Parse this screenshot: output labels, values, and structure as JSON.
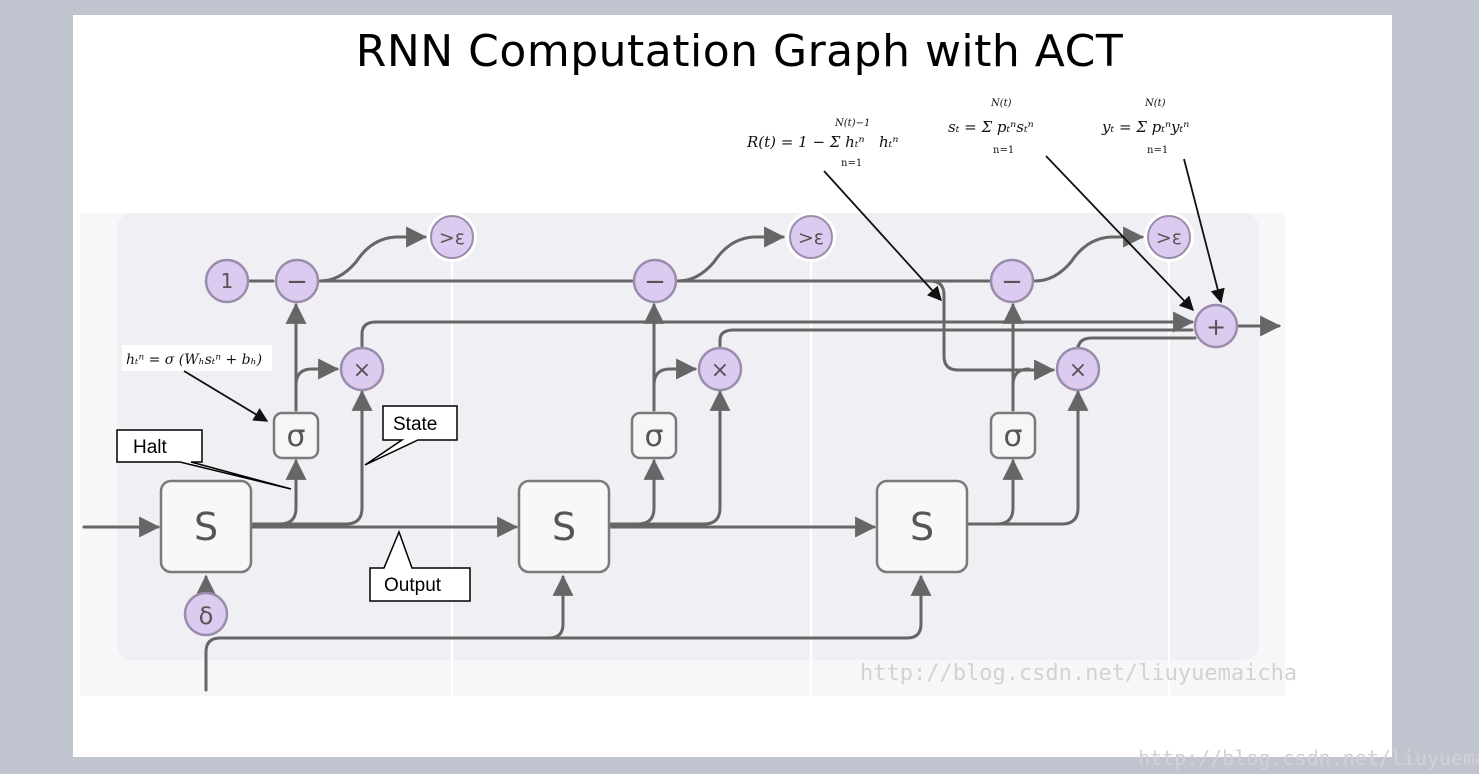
{
  "title": "RNN Computation Graph with ACT",
  "nodes": {
    "state_label": "S",
    "sigma_label": "σ",
    "threshold_label": ">ε",
    "minus_label": "−",
    "times_label": "×",
    "plus_label": "+",
    "one_label": "1",
    "delta_label": "δ"
  },
  "callouts": {
    "halt": "Halt",
    "state": "State",
    "output": "Output"
  },
  "formulas": {
    "halting_unit": "hₜⁿ = σ (Wₕsₜⁿ + bₕ)",
    "remainder": "R(t) = 1 − Σ hₜⁿ",
    "remainder_upper": "N(t)−1",
    "remainder_lower": "n=1",
    "remainder_term": "hₜⁿ",
    "state_sum": "sₜ = Σ pₜⁿsₜⁿ",
    "state_sum_upper": "N(t)",
    "state_sum_lower": "n=1",
    "output_sum": "yₜ = Σ pₜⁿyₜⁿ",
    "output_sum_upper": "N(t)",
    "output_sum_lower": "n=1"
  },
  "watermarks": {
    "inner": "http://blog.csdn.net/liuyuemaicha",
    "outer": "http://blog.csdn.net/liuyuemaicha"
  },
  "colors": {
    "node_fill": "#dccbf0",
    "node_stroke": "#9a8cab",
    "edge": "#666666",
    "panel": "#f1f1f5"
  }
}
